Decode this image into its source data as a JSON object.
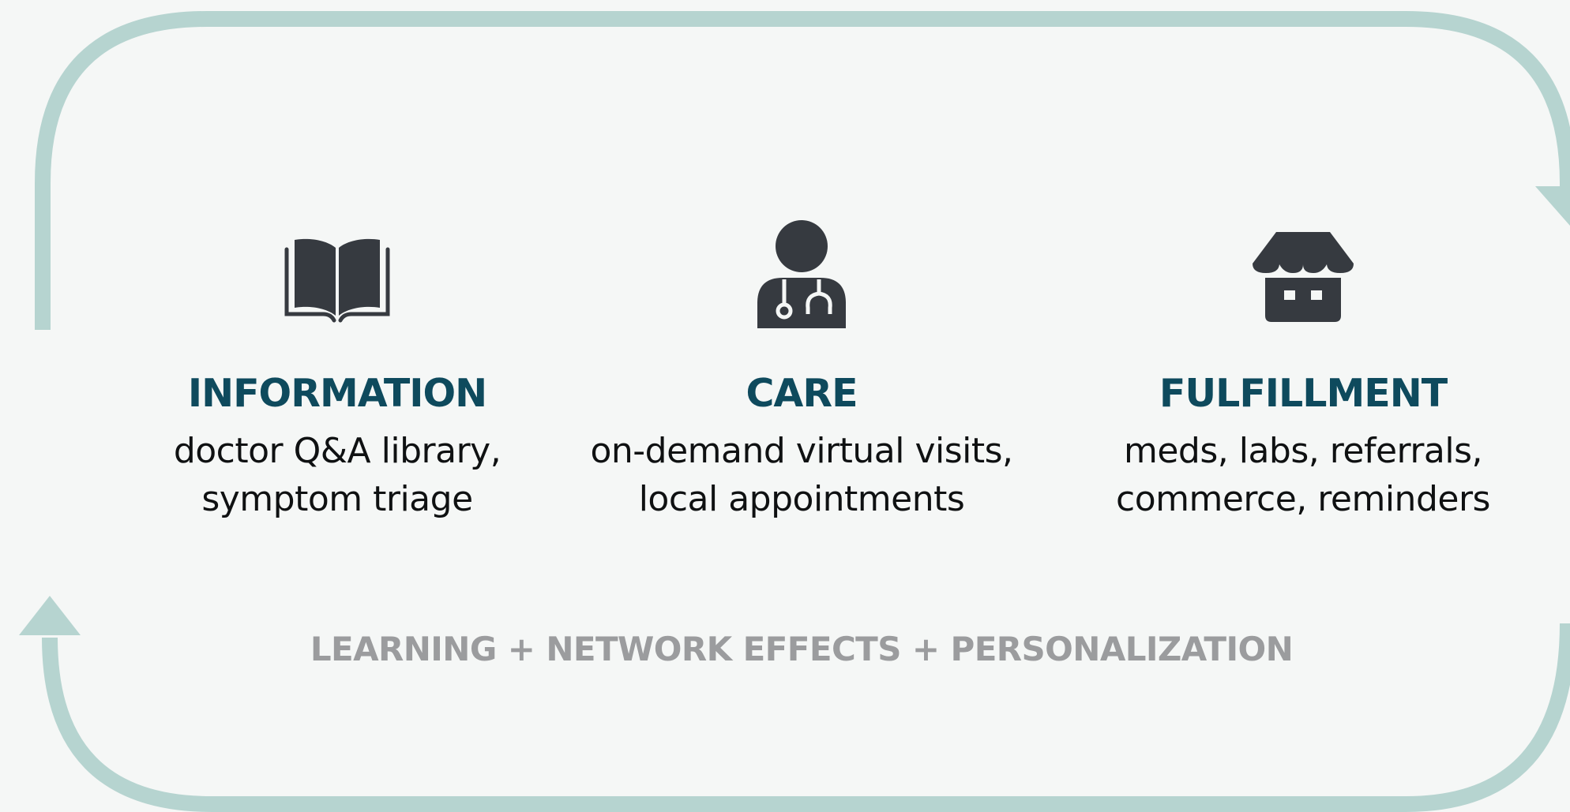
{
  "colors": {
    "background": "#f5f7f6",
    "loop_arrow": "#b6d4d0",
    "title": "#0e4a5d",
    "icon": "#363a40",
    "caption": "#9b9c9e"
  },
  "pillars": [
    {
      "icon": "open-book-icon",
      "title": "INFORMATION",
      "desc_line1": "doctor Q&A library,",
      "desc_line2": "symptom triage"
    },
    {
      "icon": "doctor-stethoscope-icon",
      "title": "CARE",
      "desc_line1": "on-demand virtual visits,",
      "desc_line2": "local appointments"
    },
    {
      "icon": "storefront-icon",
      "title": "FULFILLMENT",
      "desc_line1": "meds, labs, referrals,",
      "desc_line2": "commerce, reminders"
    }
  ],
  "footer": {
    "caption": "LEARNING + NETWORK EFFECTS + PERSONALIZATION"
  }
}
